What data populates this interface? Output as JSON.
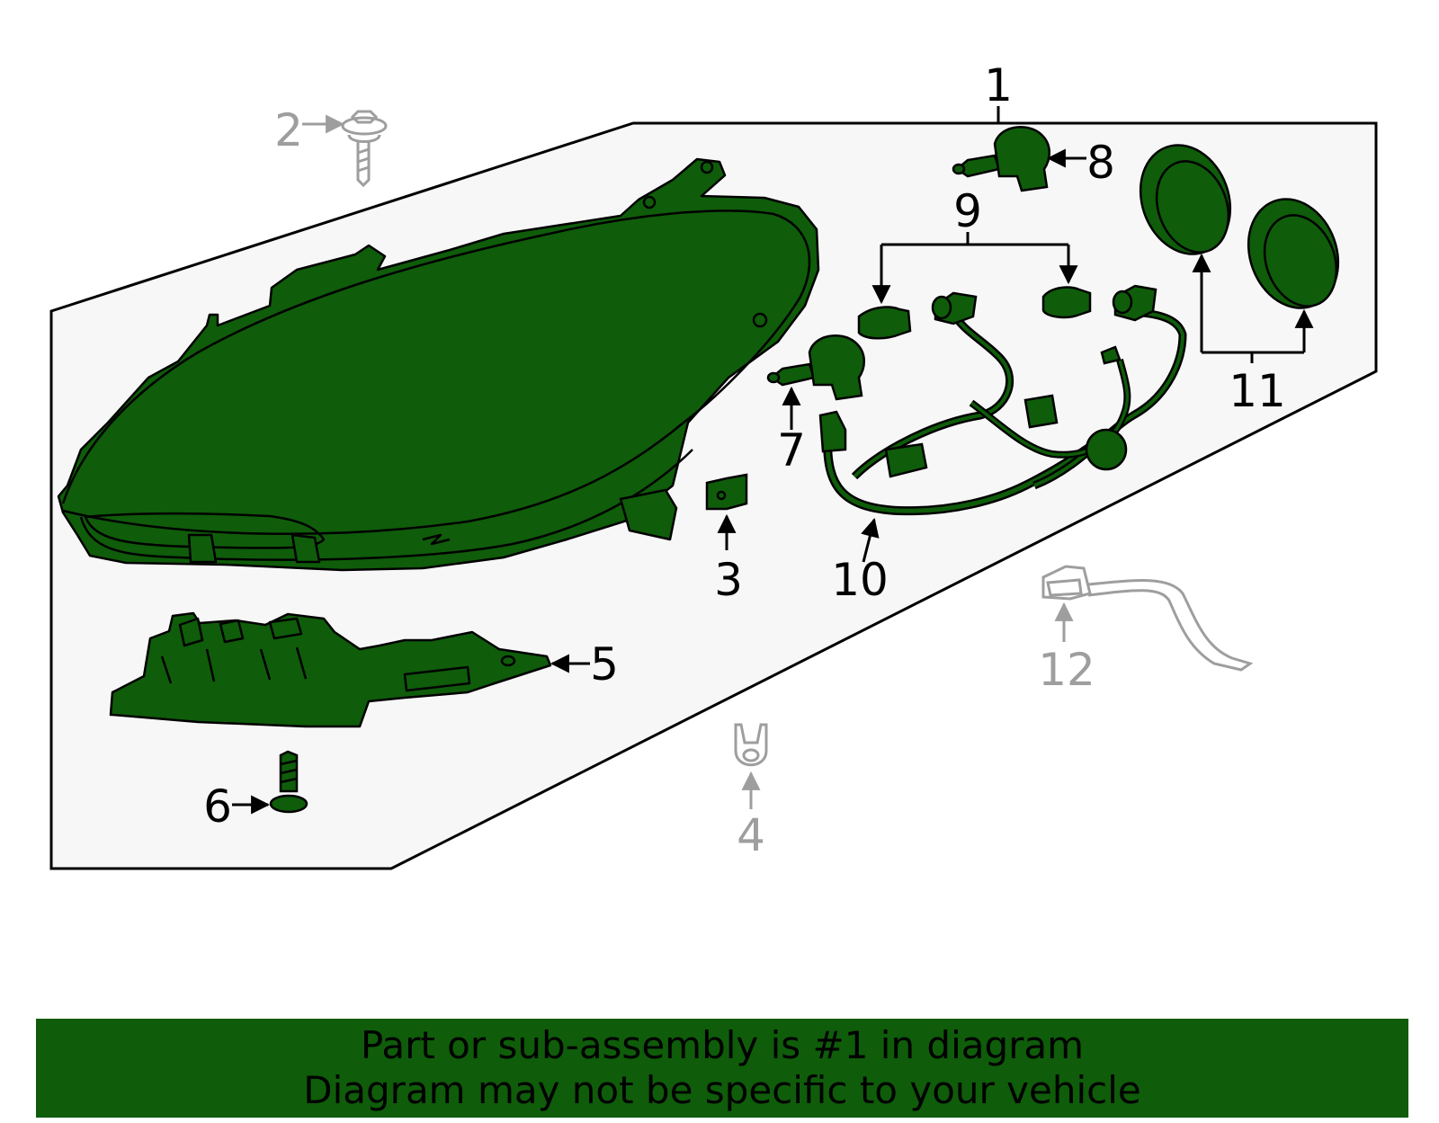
{
  "colors": {
    "part_fill": "#0f5c0a",
    "outline": "#000000",
    "panel_fill": "#f7f7f7",
    "ghost": "#9e9e9e",
    "banner_fill": "#0f5c0a"
  },
  "callouts": {
    "c1": "1",
    "c2": "2",
    "c3": "3",
    "c4": "4",
    "c5": "5",
    "c6": "6",
    "c7": "7",
    "c8": "8",
    "c9": "9",
    "c10": "10",
    "c11": "11",
    "c12": "12"
  },
  "banner": {
    "line1": "Part or sub-assembly is #1 in diagram",
    "line2": "Diagram may not be specific to your vehicle"
  }
}
